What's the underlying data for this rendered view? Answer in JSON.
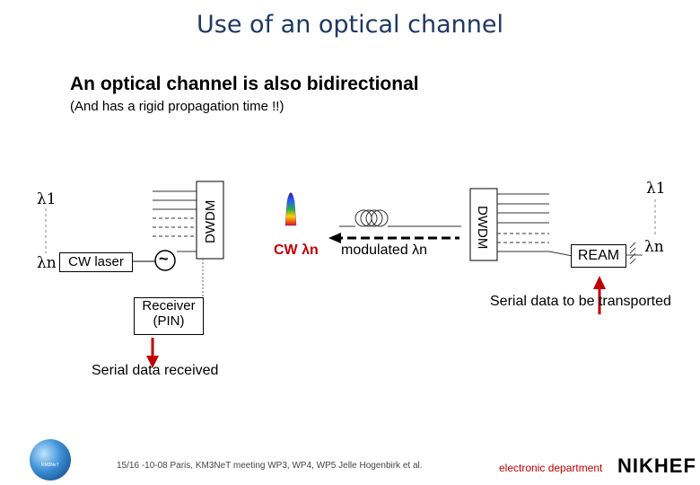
{
  "title": "Use of an optical channel",
  "heading": "An optical channel is also bidirectional",
  "subheading": "(And has a rigid propagation time !!)",
  "left": {
    "lambda1": "λ1",
    "lambdan": "λn",
    "laser": "CW laser",
    "dwdm": "DWDM",
    "receiver_line1": "Receiver",
    "receiver_line2": "(PIN)",
    "received": "Serial data received"
  },
  "fiber": {
    "cw": "CW λn",
    "modulated": "modulated λn"
  },
  "right": {
    "lambda1": "λ1",
    "lambdan": "λn",
    "dwdm": "DWDM",
    "ream": "REAM",
    "transported": "Serial data to be transported"
  },
  "footer": {
    "text": "15/16 -10-08 Paris, KM3NeT meeting WP3, WP4, WP5 Jelle Hogenbirk et al.",
    "department": "electronic department",
    "logo_text": "NIKHEF",
    "km3_logo_text": "KM3NeT"
  },
  "colors": {
    "title": "#1f3864",
    "cw_label": "#c00000",
    "arrow": "#c00000",
    "department": "#c00000"
  }
}
